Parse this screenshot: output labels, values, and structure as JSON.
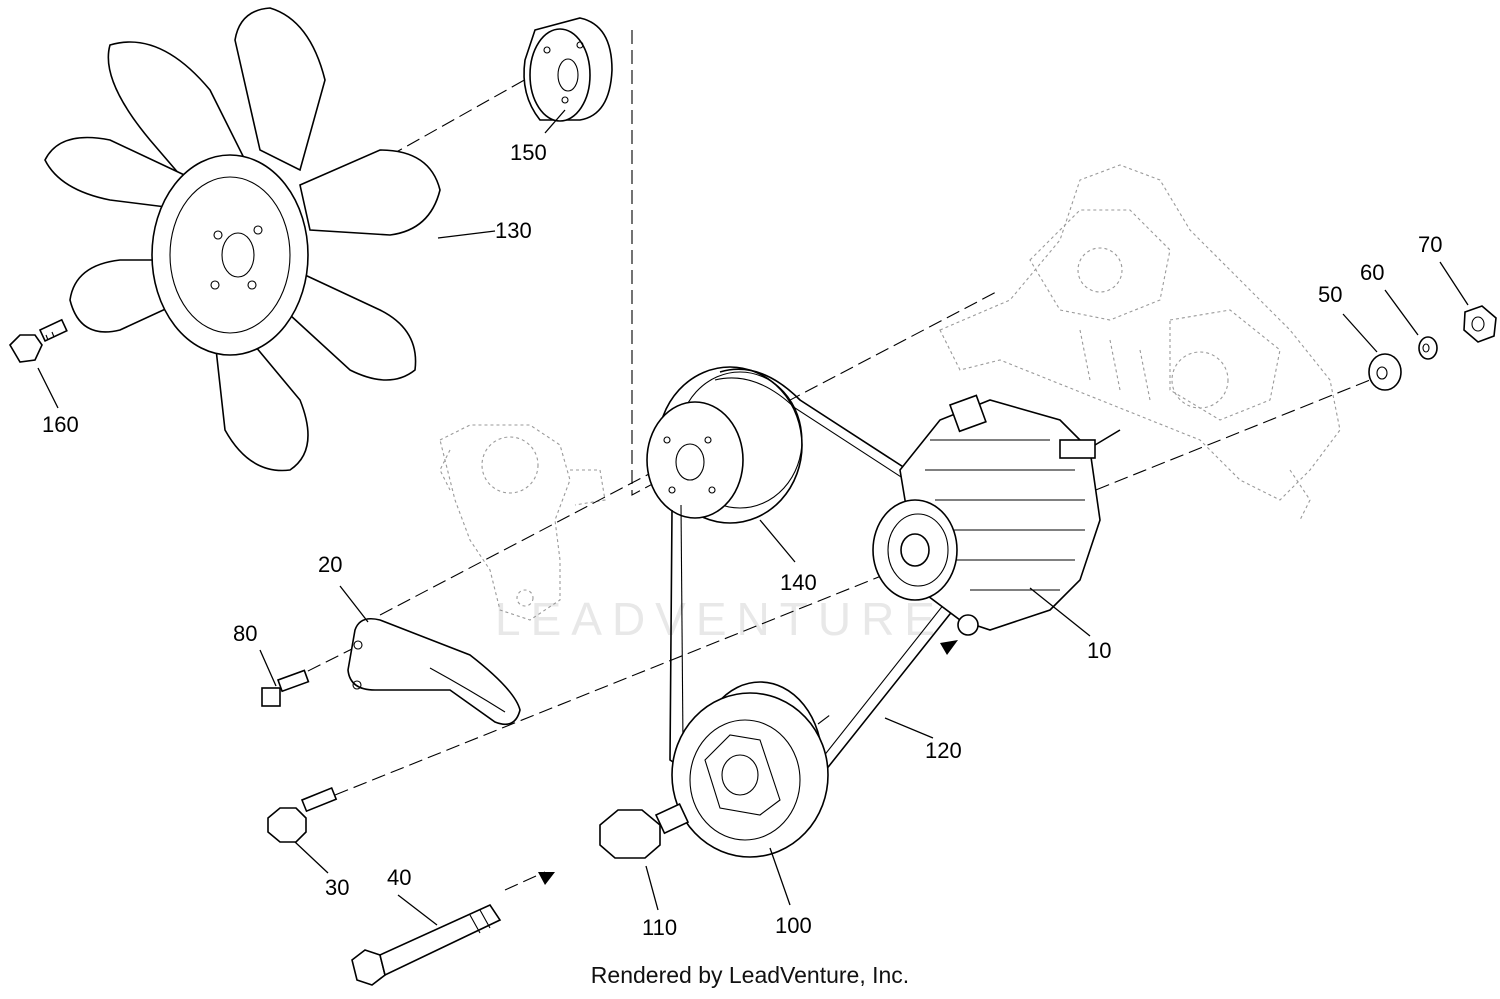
{
  "watermark": "LEADVENTURE",
  "footer": "Rendered by LeadVenture, Inc.",
  "callouts": {
    "p10": "10",
    "p20": "20",
    "p30": "30",
    "p40": "40",
    "p50": "50",
    "p60": "60",
    "p70": "70",
    "p80": "80",
    "p100": "100",
    "p110": "110",
    "p120": "120",
    "p130": "130",
    "p140": "140",
    "p150": "150",
    "p160": "160"
  }
}
